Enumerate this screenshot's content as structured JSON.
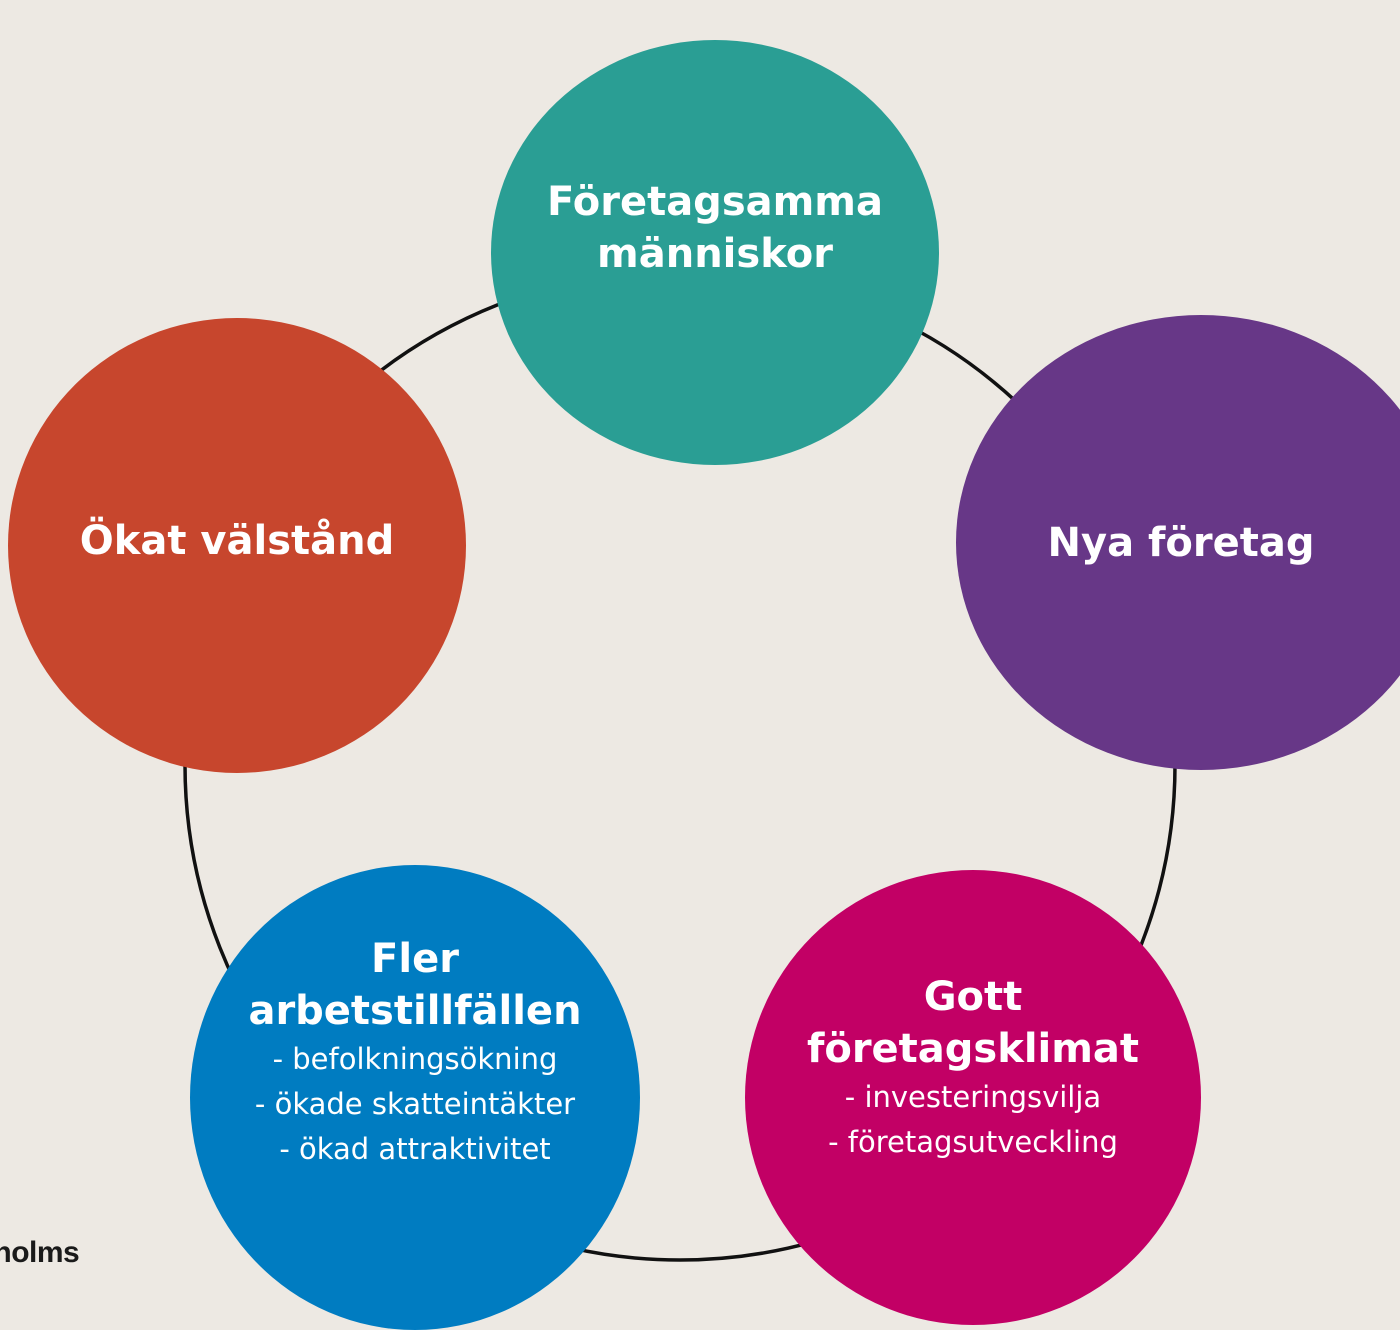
{
  "diagram": {
    "nodes": [
      {
        "id": "node-1",
        "title": "Företagsamma\nmänniskor",
        "details": [],
        "color": "#2a9e94"
      },
      {
        "id": "node-2",
        "title": "Nya företag",
        "details": [],
        "color": "#673787"
      },
      {
        "id": "node-3",
        "title": "Gott\nföretagsklimat",
        "details": [
          "- investeringsvilja",
          "- företagsutveckling"
        ],
        "color": "#c20065"
      },
      {
        "id": "node-4",
        "title": "Fler\narbetstillfällen",
        "details": [
          "- befolkningsökning",
          "- ökade skatteintäkter",
          "- ökad attraktivitet"
        ],
        "color": "#007cc1"
      },
      {
        "id": "node-5",
        "title": "Ökat välstånd",
        "details": [],
        "color": "#c7462d"
      }
    ]
  },
  "logo": {
    "text": "ckholms\nd"
  }
}
